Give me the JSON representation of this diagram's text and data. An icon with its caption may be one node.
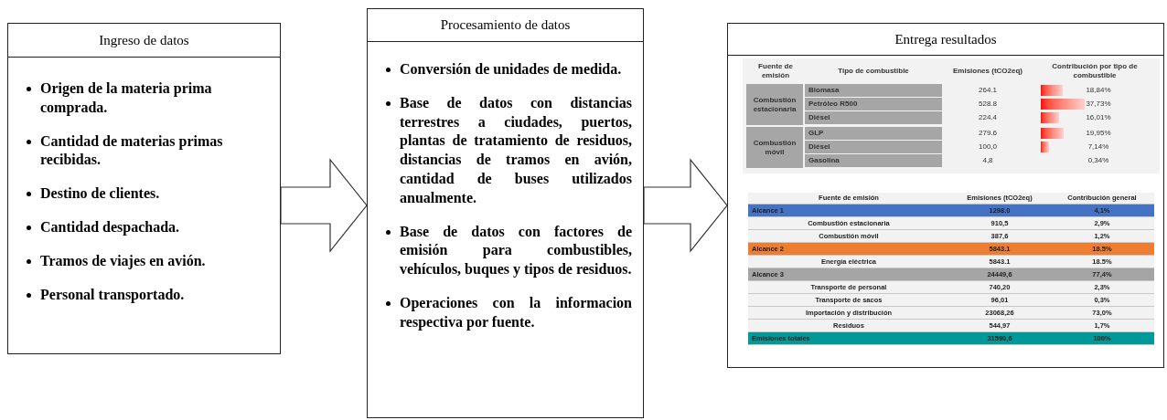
{
  "diagram": {
    "nodes": [
      {
        "text": [
          "Ingreso de datos",
          "Origen de la materia prima comprada.",
          "Cantidad de materias primas recibidas.",
          "Destino de clientes.",
          "Cantidad despachada.",
          "Tramos de viajes en avión.",
          "Personal transportado."
        ]
      },
      {
        "text": [
          "Procesamiento de datos",
          "Conversión de unidades de medida.",
          "Base de datos con distancias terrestres a ciudades, puertos, plantas de tratamiento de residuos, distancias de tramos en avión, cantidad de buses utilizados anualmente.",
          "Base de datos con factores de emisión para combustibles, vehículos, buques y tipos de residuos.",
          "Operaciones con la informacion respectiva por fuente."
        ]
      },
      {
        "text": [
          "Entrega resultados"
        ]
      }
    ],
    "edges": [
      {
        "from": 0,
        "to": 1,
        "arrow": "to"
      },
      {
        "from": 1,
        "to": 2,
        "arrow": "to"
      }
    ],
    "labels": [
      "Fuente de emisión",
      "Tipo de combustible",
      "Emisiones (tCO2eq)",
      "Contribución por tipo de combustible",
      "Combustión estacionaria",
      "Biomasa",
      "264.1",
      "18,84%",
      "Petróleo R500",
      "528.8",
      "37,73%",
      "Diésel",
      "224.4",
      "16,01%",
      "Combustión móvil",
      "GLP",
      "279.6",
      "19,95%",
      "Diésel",
      "100,0",
      "7,14%",
      "Gasolina",
      "4,8",
      "0,34%",
      "Fuente de emisión",
      "Emisiones (tCO2eq)",
      "Contribución general",
      "Alcance 1",
      "1298.0",
      "4,1%",
      "Combustión estacionaria",
      "910,5",
      "2,9%",
      "Combustión móvil",
      "387,6",
      "1,2%",
      "Alcance 2",
      "5843.1",
      "18.5%",
      "Energía eléctrica",
      "5843.1",
      "18.5%",
      "Alcance 3",
      "24449,6",
      "77,4%",
      "Transporte de personal",
      "740,20",
      "2,3%",
      "Transporte de sacos",
      "96,01",
      "0,3%",
      "Importación y distribución",
      "23068,26",
      "73,0%",
      "Residuos",
      "544,97",
      "1,7%",
      "Emisiones totales",
      "31590,6",
      "100%"
    ]
  }
}
